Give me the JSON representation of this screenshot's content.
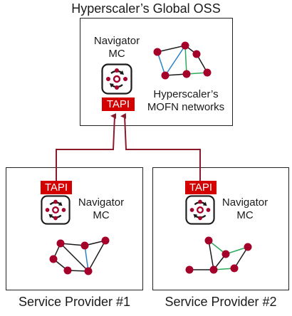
{
  "global": {
    "title": "Hyperscaler’s Global OSS",
    "navigator": [
      "Navigator",
      "MC"
    ],
    "network_label": [
      "Hyperscaler’s",
      "MOFN networks"
    ],
    "tapi": "TAPI"
  },
  "providers": [
    {
      "caption": "Service Provider #1",
      "navigator": [
        "Navigator",
        "MC"
      ],
      "tapi": "TAPI"
    },
    {
      "caption": "Service Provider #2",
      "navigator": [
        "Navigator",
        "MC"
      ],
      "tapi": "TAPI"
    }
  ],
  "colors": {
    "node": "#a5002a",
    "edge_dark": "#1a1a1a",
    "edge_blue": "#2b84c6",
    "edge_green": "#2aaa5a",
    "tapi_bg": "#d40000",
    "link": "#8b1a2a"
  },
  "icons": [
    "orchestration-gear-icon"
  ]
}
